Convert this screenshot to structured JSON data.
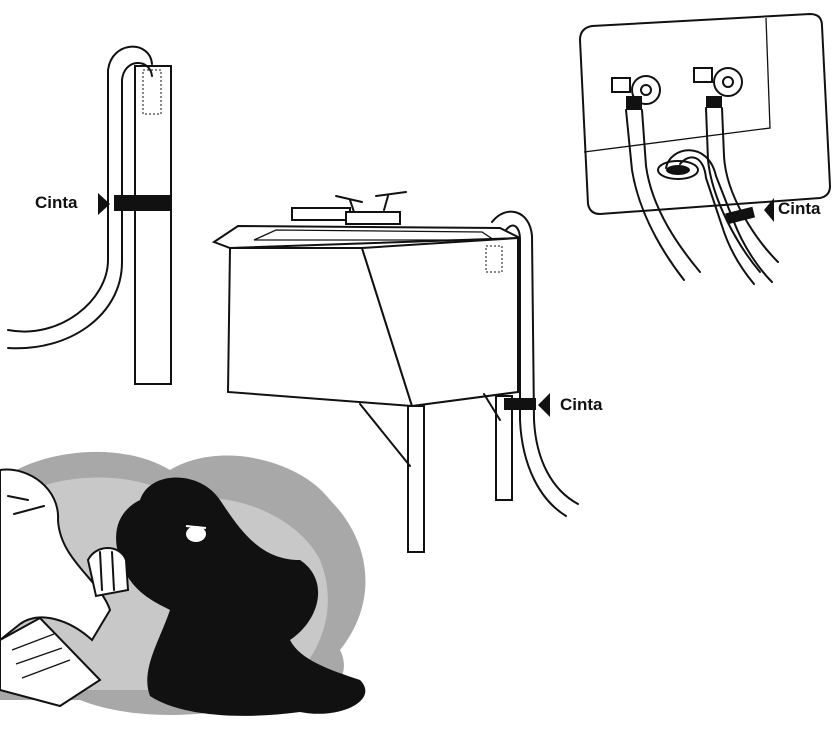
{
  "labels": {
    "tape_left": "Cinta",
    "tape_wall": "Cinta",
    "tape_sink": "Cinta"
  },
  "colors": {
    "ink": "#111111",
    "shade": "#9a9a9a",
    "paper": "#ffffff"
  },
  "icons": [
    "arrow-right-icon",
    "arrow-left-icon",
    "faucet-icon",
    "water-valve-icon"
  ]
}
